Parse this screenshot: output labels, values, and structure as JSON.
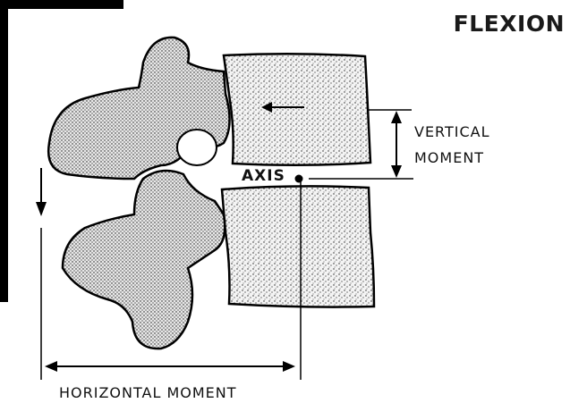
{
  "title": "FLEXION",
  "labels": {
    "axis": "AXIS",
    "vertical_moment_line1": "VERTICAL",
    "vertical_moment_line2": "MOMENT",
    "horizontal_moment": "HORIZONTAL MOMENT"
  }
}
